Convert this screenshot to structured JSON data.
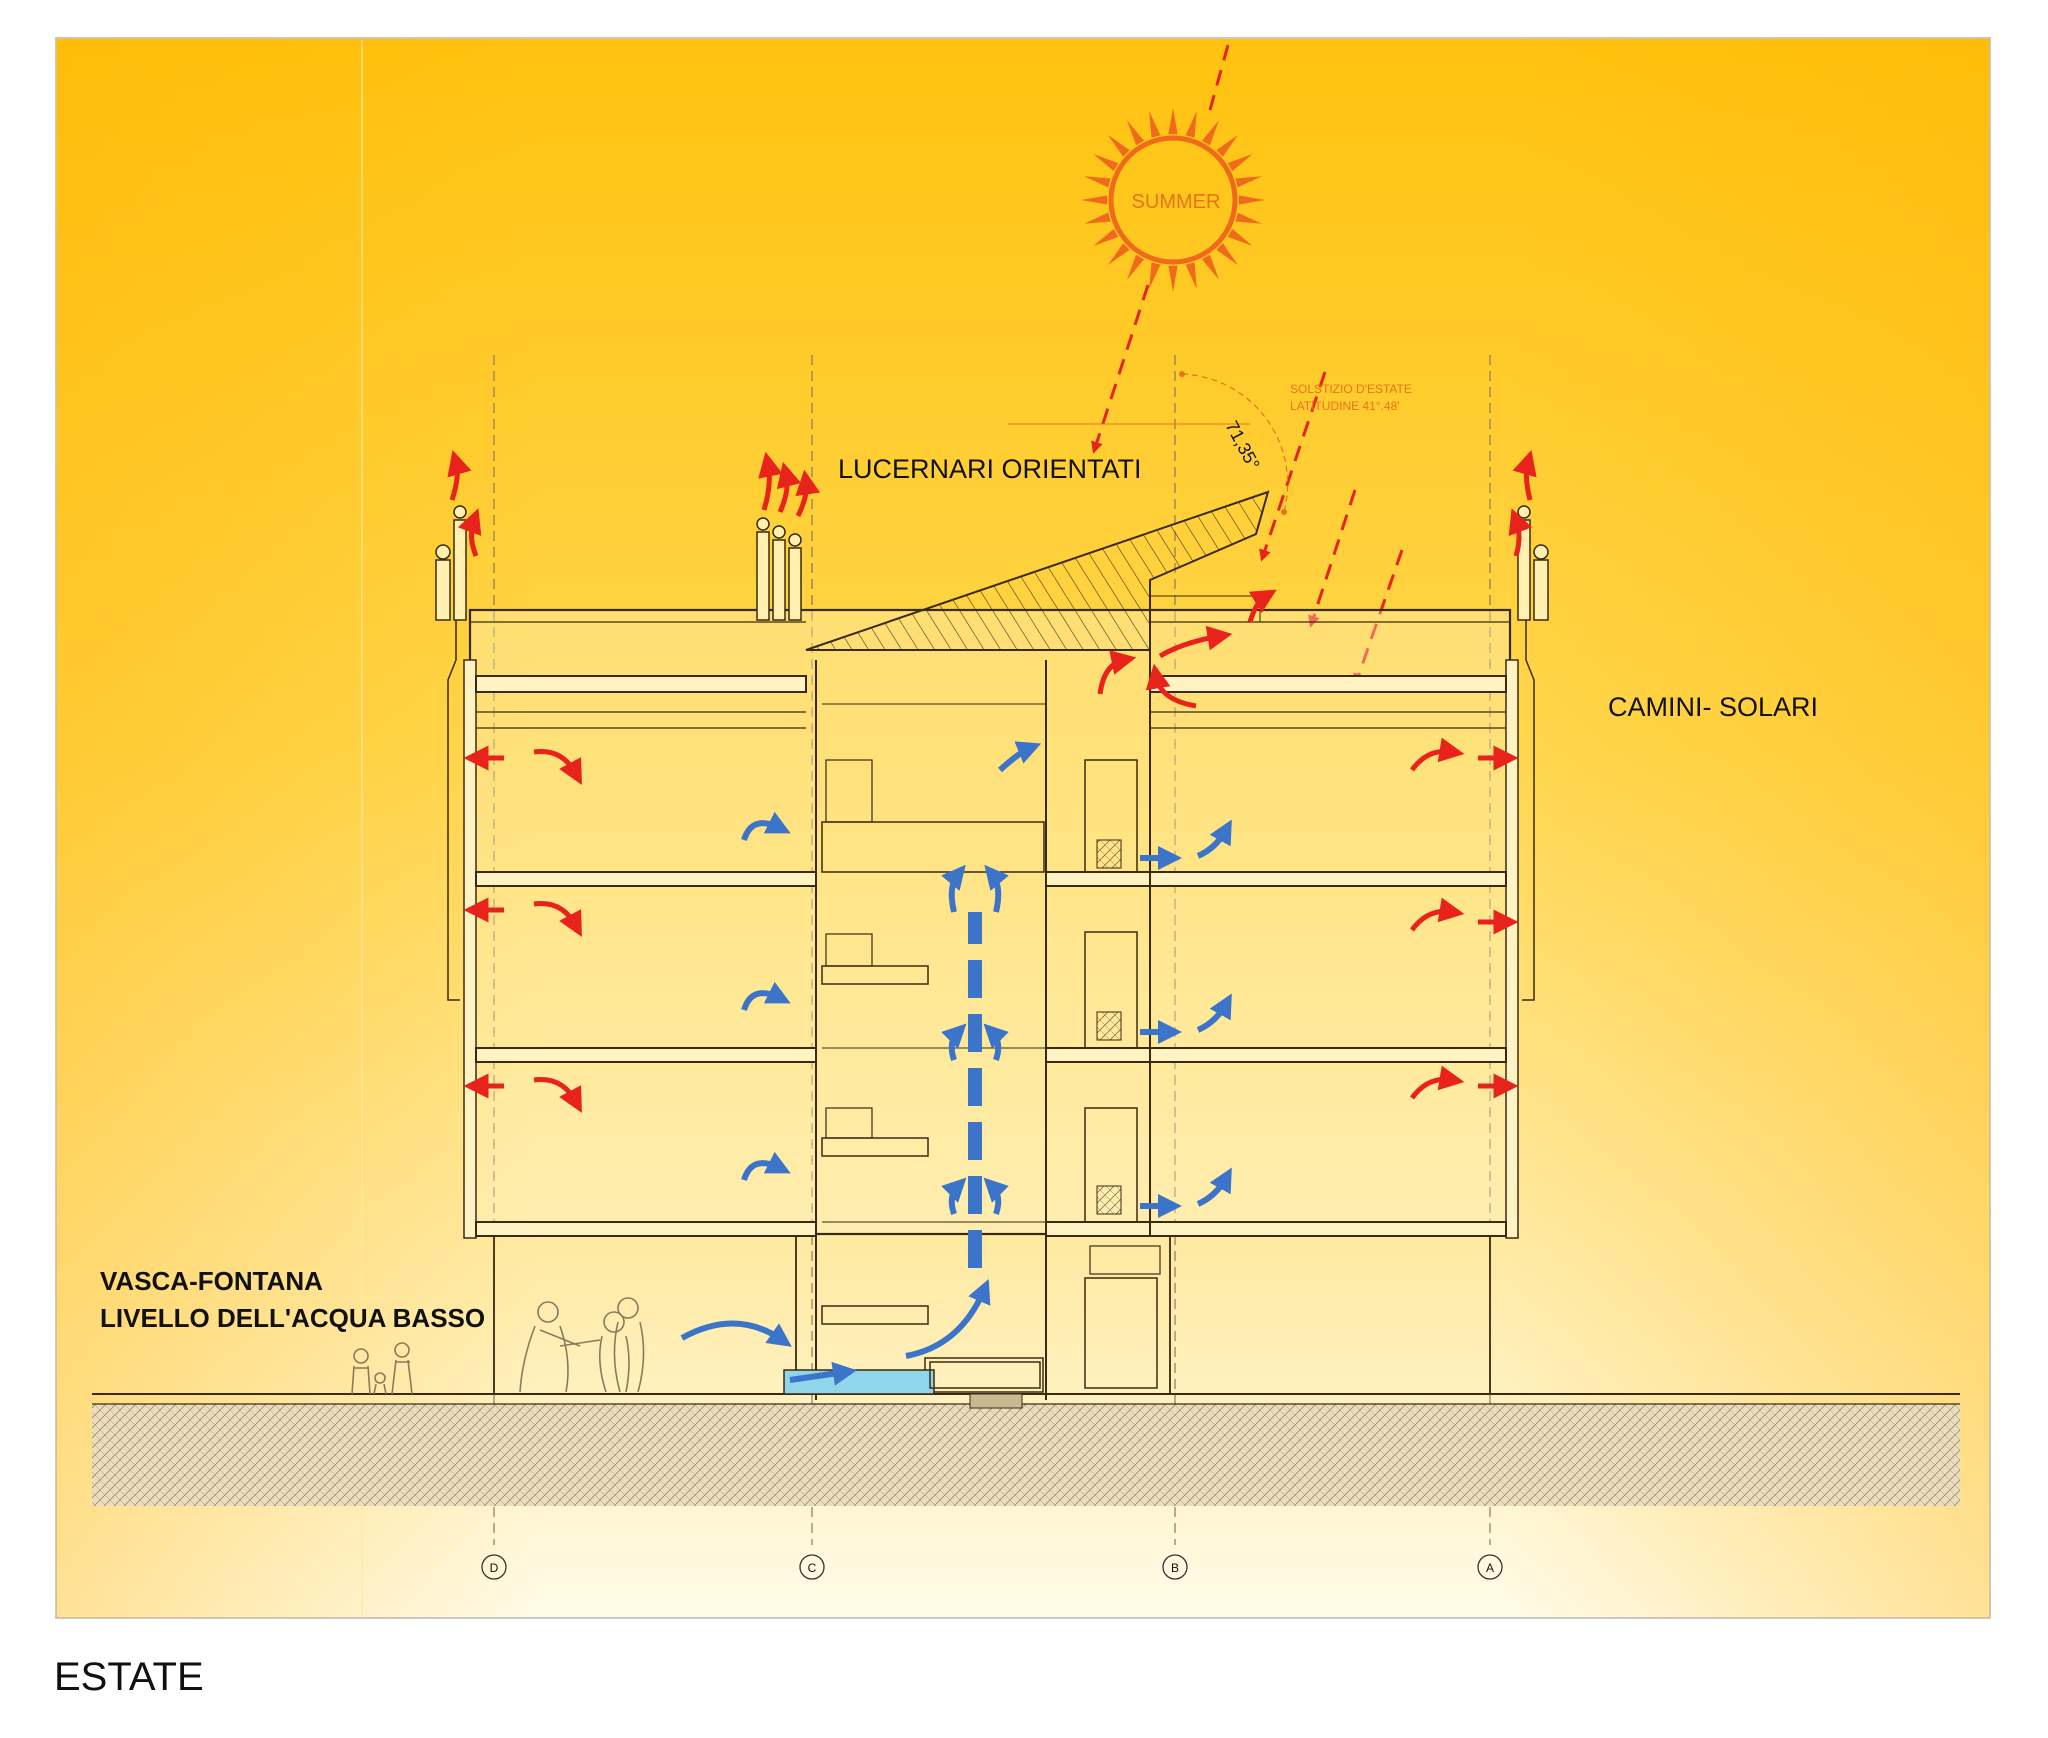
{
  "sun_label": "SUMMER",
  "angle_label": "71,35°",
  "solstice_line1": "SOLSTIZIO D'ESTATE",
  "solstice_line2": "LATITUDINE 41°.48'",
  "label_skylights": "LUCERNARI ORIENTATI",
  "label_chimneys": "CAMINI- SOLARI",
  "label_pool_line1": "VASCA-FONTANA",
  "label_pool_line2": "LIVELLO DELL'ACQUA BASSO",
  "caption": "ESTATE",
  "grid_axes": [
    "D",
    "C",
    "B",
    "A"
  ],
  "colors": {
    "background_top": "#ffc20e",
    "background_bottom": "#fffbe8",
    "sun": "#f06a1c",
    "warm_air": "#e8231c",
    "cool_air": "#3b74c9",
    "water": "#8fd6ea",
    "line": "#3a2a10"
  },
  "icons": [
    "sun-icon",
    "warm-air-arrow-icon",
    "cool-air-arrow-icon",
    "people-silhouette-icon"
  ]
}
